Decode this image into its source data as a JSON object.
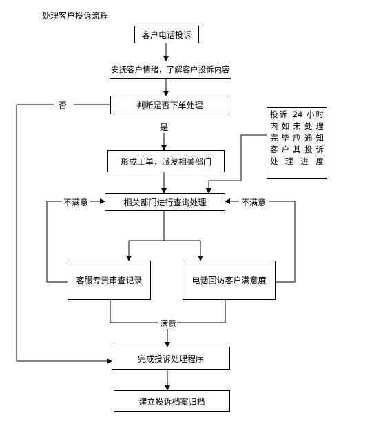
{
  "title": "处理客户投诉流程",
  "nodes": {
    "call": "客户电话投诉",
    "calm": "安抚客户情绪，了解客户投诉内容",
    "judge": "判断是否下单处理",
    "ticket": "形成工单，派发相关部门",
    "process": "相关部门进行查询处理",
    "review": "客服专责审查记录",
    "visit": "电话回访客户满意度",
    "complete": "完成投诉处理程序",
    "archive": "建立投诉档案归档"
  },
  "note_lines": [
    "投诉 24 小时",
    "内如未处理",
    "完毕应通知",
    "客户其投诉",
    "处理进度"
  ],
  "labels": {
    "no": "否",
    "yes": "是",
    "unsatisfied_left": "不满意",
    "unsatisfied_right": "不满意",
    "satisfied": "满意"
  }
}
